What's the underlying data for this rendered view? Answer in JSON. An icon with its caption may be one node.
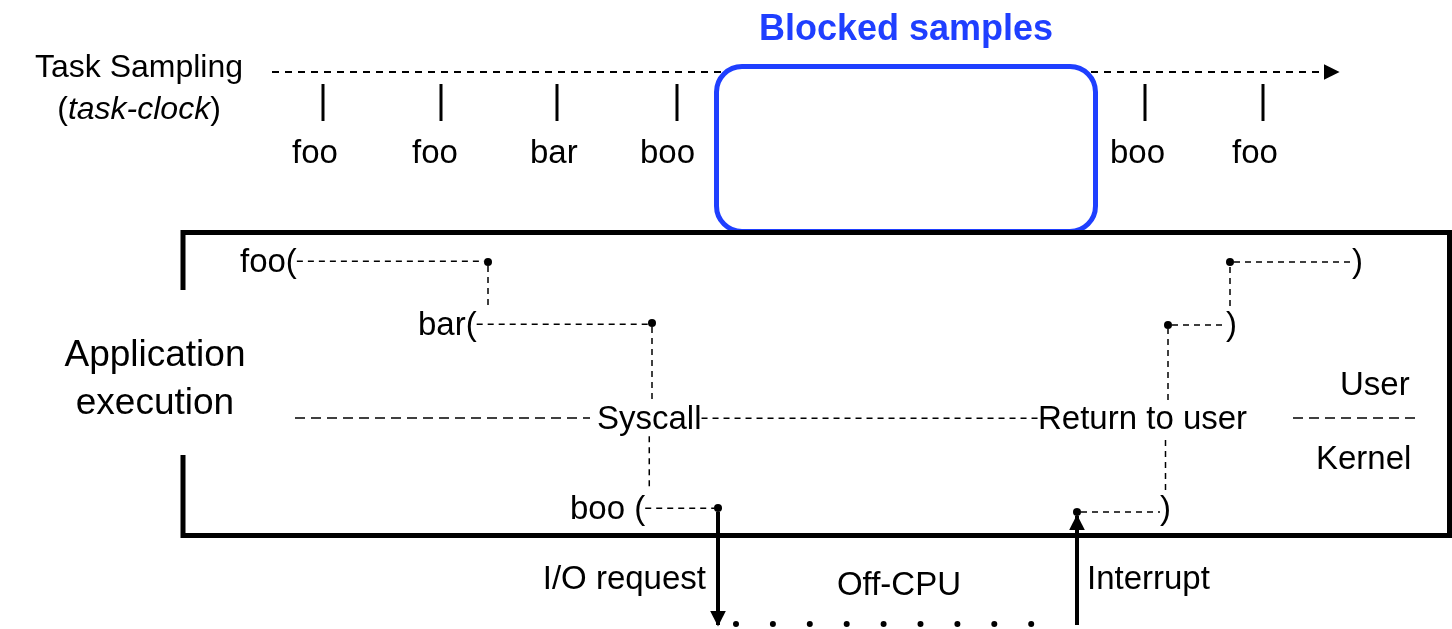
{
  "diagram": {
    "nodes": [
      {
        "text": [
          "Blocked samples"
        ]
      },
      {
        "text": [
          "Application execution"
        ]
      },
      {
        "text": [
          "foo("
        ],
        "in": 1
      },
      {
        "text": [],
        "shape": "circle",
        "in": 1
      },
      {
        "text": [
          "bar("
        ],
        "in": 1
      },
      {
        "text": [],
        "shape": "circle",
        "in": 1
      },
      {
        "text": [
          "Syscall"
        ],
        "in": 1
      },
      {
        "text": [
          "boo ("
        ],
        "in": 1
      },
      {
        "text": [],
        "shape": "circle",
        "in": 1
      },
      {
        "text": [
          "Return to user"
        ],
        "in": 1
      },
      {
        "text": [],
        "shape": "circle",
        "in": 1
      },
      {
        "text": [
          ")"
        ],
        "in": 1
      },
      {
        "text": [],
        "shape": "circle",
        "in": 1
      },
      {
        "text": [
          ")"
        ],
        "in": 1
      },
      {
        "text": [],
        "shape": "circle",
        "in": 1
      },
      {
        "text": [
          ")"
        ],
        "in": 1
      },
      {
        "text": [
          "Off-CPU"
        ]
      }
    ],
    "edges": [
      {
        "from": 2,
        "to": 3,
        "arrow": "none",
        "style": "dashed"
      },
      {
        "from": 3,
        "to": 4,
        "arrow": "none",
        "style": "dashed"
      },
      {
        "from": 4,
        "to": 5,
        "arrow": "none",
        "style": "dashed"
      },
      {
        "from": 5,
        "to": 6,
        "arrow": "none",
        "style": "dashed"
      },
      {
        "from": 6,
        "to": 7,
        "arrow": "none",
        "style": "dashed"
      },
      {
        "from": 7,
        "to": 8,
        "arrow": "none",
        "style": "dashed"
      },
      {
        "from": 8,
        "to": 16,
        "arrow": "to",
        "label": "I/O request",
        "style": "thick"
      },
      {
        "from": 16,
        "to": 14,
        "arrow": "to",
        "label": "Interrupt",
        "style": "thick"
      },
      {
        "from": 14,
        "to": 15,
        "arrow": "none",
        "style": "dashed"
      },
      {
        "from": 15,
        "to": 9,
        "arrow": "none",
        "style": "dashed"
      },
      {
        "from": 9,
        "to": 10,
        "arrow": "none",
        "style": "dashed"
      },
      {
        "from": 10,
        "to": 11,
        "arrow": "none",
        "style": "dashed"
      },
      {
        "from": 11,
        "to": 12,
        "arrow": "none",
        "style": "dashed"
      },
      {
        "from": 12,
        "to": 13,
        "arrow": "none",
        "style": "dashed"
      },
      {
        "from": 6,
        "to": 9,
        "arrow": "none",
        "style": "dashed"
      }
    ],
    "labels": [
      "Task Sampling (*task-clock*)",
      "foo",
      "foo",
      "bar",
      "boo",
      "boo",
      "foo",
      "User",
      "Kernel"
    ]
  }
}
